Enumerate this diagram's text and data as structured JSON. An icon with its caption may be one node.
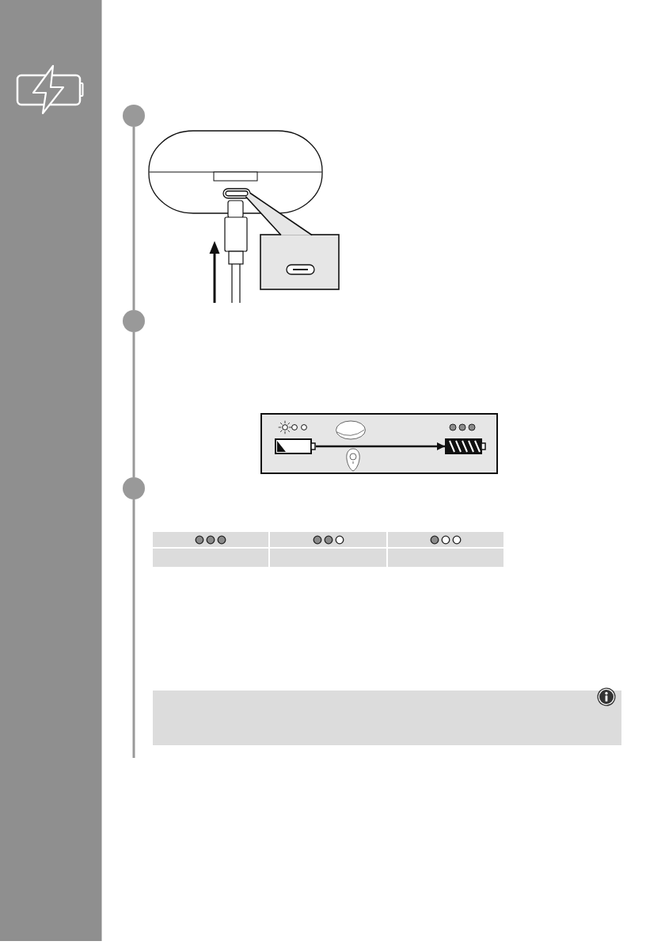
{
  "diagram": {
    "nodes": [
      {
        "text": [],
        "shape": "circle"
      },
      {
        "text": [],
        "shape": "circle"
      },
      {
        "text": [],
        "shape": "battery"
      },
      {
        "text": [],
        "shape": "battery"
      },
      {
        "text": [],
        "shape": "circle"
      }
    ],
    "edges": [
      {
        "from": 0,
        "to": 1,
        "arrow": "none"
      },
      {
        "from": 1,
        "to": 4,
        "arrow": "none"
      },
      {
        "from": 4,
        "to": null,
        "arrow": "none"
      },
      {
        "from": 2,
        "to": 3,
        "arrow": "to",
        "color": "#111111"
      }
    ]
  }
}
